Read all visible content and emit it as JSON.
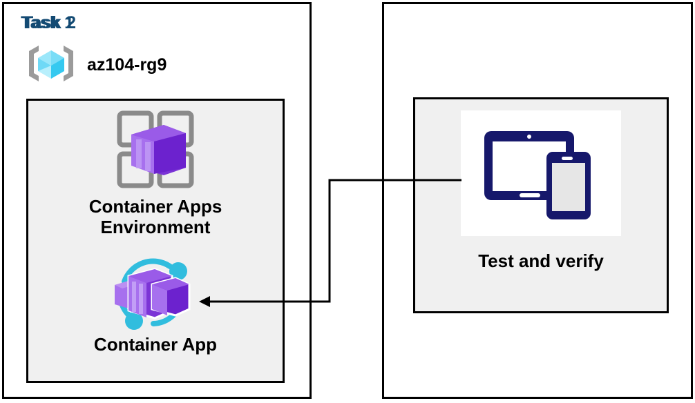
{
  "diagram": {
    "tasks": [
      {
        "title": "Task 1",
        "resource_group": {
          "name": "az104-rg9",
          "icon": "azure-resource-group-icon"
        },
        "nodes": [
          {
            "label": "Container Apps\nEnvironment",
            "icon": "container-apps-environment-icon"
          },
          {
            "label": "Container App",
            "icon": "container-app-icon"
          }
        ]
      },
      {
        "title": "Task 2",
        "nodes": [
          {
            "label": "Test and verify",
            "icon": "devices-tablet-phone-icon"
          }
        ]
      }
    ],
    "connector": {
      "from": "Test and verify",
      "to": "Container App",
      "direction": "left",
      "arrowhead": "solid-triangle"
    },
    "colors": {
      "task_title": "#134A73",
      "panel_border": "#000000",
      "inner_fill": "#F0F0F0",
      "node_label": "#000000",
      "container_purple": "#7B34D6",
      "container_purple_light": "#A46BEB",
      "grid_gray": "#8A8A8A",
      "cyan": "#31BDDE",
      "rg_cube_cyan": "#47D3F5",
      "device_navy": "#16186B",
      "connector": "#000000"
    }
  }
}
